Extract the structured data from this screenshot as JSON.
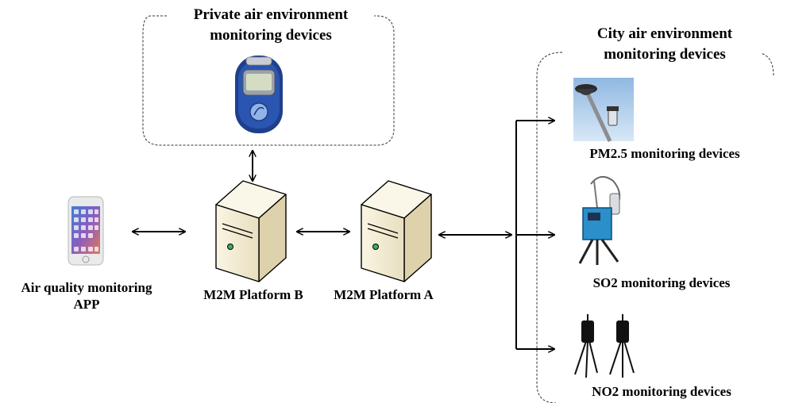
{
  "private_group": {
    "title_line1": "Private air environment",
    "title_line2": "monitoring devices"
  },
  "city_group": {
    "title_line1": "City air environment",
    "title_line2": "monitoring devices",
    "devices": [
      {
        "label": "PM2.5 monitoring devices"
      },
      {
        "label": "SO2 monitoring devices"
      },
      {
        "label": "NO2 monitoring devices"
      }
    ]
  },
  "app": {
    "label_line1": "Air quality monitoring",
    "label_line2": "APP"
  },
  "platform_b": {
    "label": "M2M Platform B"
  },
  "platform_a": {
    "label": "M2M Platform A"
  },
  "colors": {
    "line": "#000000",
    "device_blue": "#2a4fa0",
    "server_beige": "#f3ecd2",
    "sky": "#a9c9e8",
    "so2_device": "#2b8fc9"
  }
}
